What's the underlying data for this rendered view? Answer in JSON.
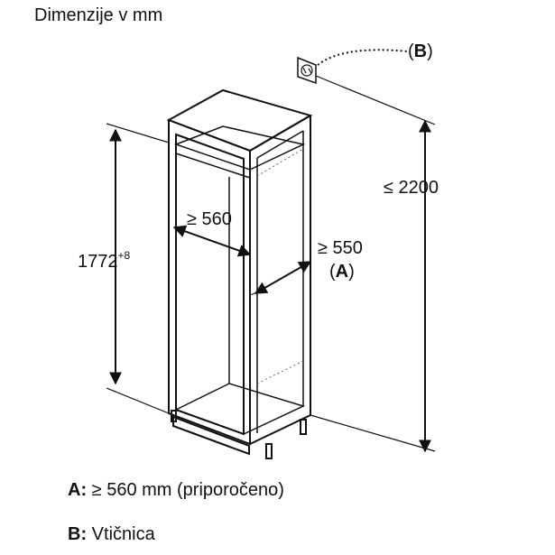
{
  "title": "Dimenzije v mm",
  "dimensions": {
    "width": "≥ 560",
    "depth": "≥ 550",
    "depth_ref_open": "(",
    "depth_ref_letter": "A",
    "depth_ref_close": ")",
    "height_main": "1772",
    "height_tolerance": "+8",
    "height_max": "≤ 2200",
    "socket_ref_open": "(",
    "socket_ref_letter": "B",
    "socket_ref_close": ")"
  },
  "legend": {
    "a_key": "A:",
    "a_text": " ≥ 560 mm (priporočeno)",
    "b_key": "B:",
    "b_text": " Vtičnica"
  }
}
